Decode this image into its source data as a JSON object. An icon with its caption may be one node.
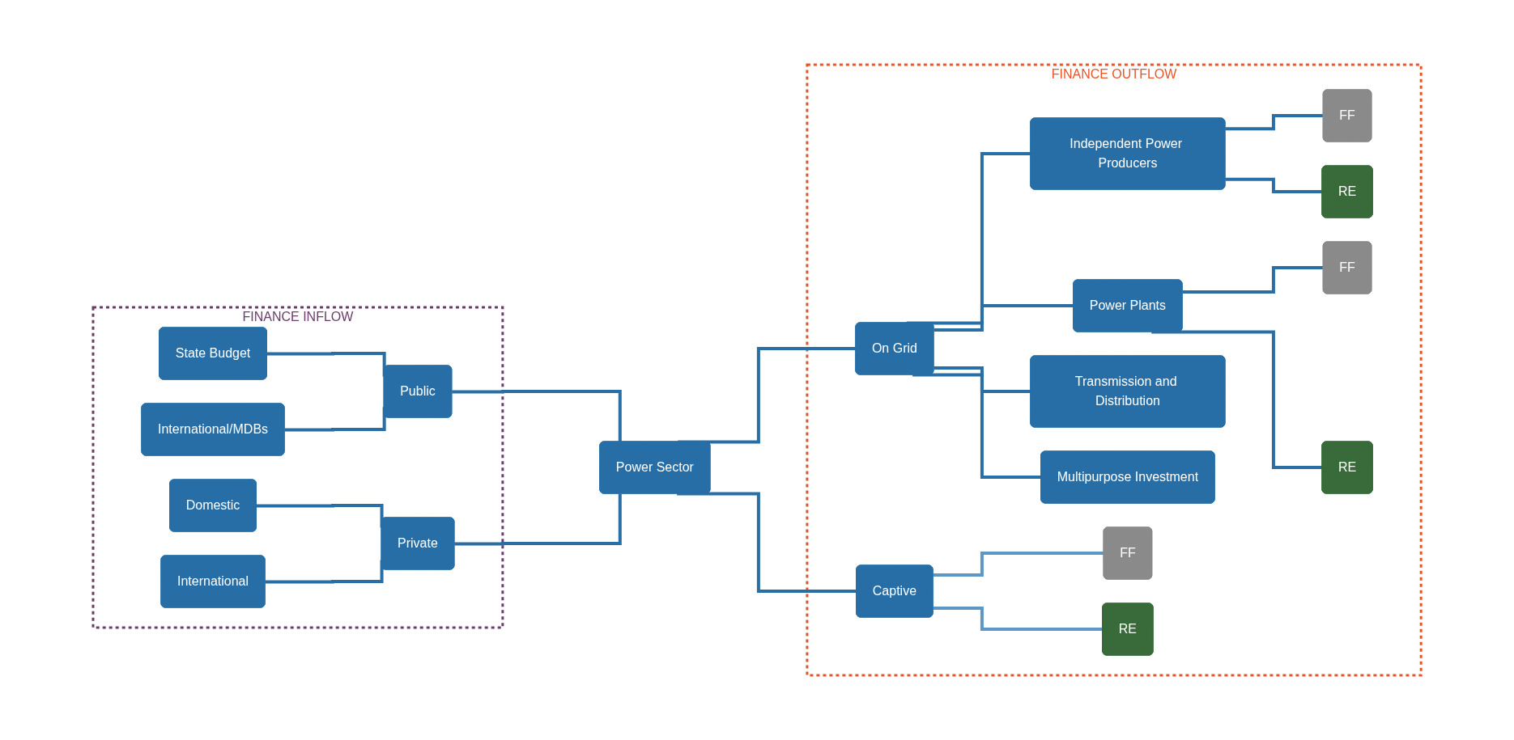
{
  "diagram": {
    "nodes": [
      {
        "text": [
          "FINANCE INFLOW"
        ]
      },
      {
        "text": [
          "State Budget"
        ],
        "in": 0
      },
      {
        "text": [
          "International/MDBs"
        ],
        "in": 0
      },
      {
        "text": [
          "Public"
        ],
        "in": 0
      },
      {
        "text": [
          "Domestic"
        ],
        "in": 0
      },
      {
        "text": [
          "International"
        ],
        "in": 0
      },
      {
        "text": [
          "Private"
        ],
        "in": 0
      },
      {
        "text": [
          "Power Sector"
        ]
      },
      {
        "text": [
          "FINANCE OUTFLOW"
        ]
      },
      {
        "text": [
          "On Grid"
        ],
        "in": 8
      },
      {
        "text": [
          "Independent Power Producers"
        ],
        "in": 8
      },
      {
        "text": [
          "FF"
        ],
        "in": 8
      },
      {
        "text": [
          "RE"
        ],
        "in": 8
      },
      {
        "text": [
          "Power Plants"
        ],
        "in": 8
      },
      {
        "text": [
          "FF"
        ],
        "in": 8
      },
      {
        "text": [
          "RE"
        ],
        "in": 8
      },
      {
        "text": [
          "Transmission and Distribution"
        ],
        "in": 8
      },
      {
        "text": [
          "Multipurpose Investment"
        ],
        "in": 8
      },
      {
        "text": [
          "Captive"
        ],
        "in": 8
      },
      {
        "text": [
          "FF"
        ],
        "in": 8
      },
      {
        "text": [
          "RE"
        ],
        "in": 8
      }
    ],
    "edges": [
      {
        "from": 1,
        "to": 3,
        "arrow": "none"
      },
      {
        "from": 2,
        "to": 3,
        "arrow": "none"
      },
      {
        "from": 4,
        "to": 6,
        "arrow": "none"
      },
      {
        "from": 5,
        "to": 6,
        "arrow": "none"
      },
      {
        "from": 3,
        "to": 7,
        "arrow": "none"
      },
      {
        "from": 6,
        "to": 7,
        "arrow": "none"
      },
      {
        "from": 7,
        "to": 9,
        "arrow": "none"
      },
      {
        "from": 7,
        "to": 18,
        "arrow": "none"
      },
      {
        "from": 9,
        "to": 10,
        "arrow": "none"
      },
      {
        "from": 9,
        "to": 13,
        "arrow": "none"
      },
      {
        "from": 9,
        "to": 16,
        "arrow": "none"
      },
      {
        "from": 9,
        "to": 17,
        "arrow": "none"
      },
      {
        "from": 10,
        "to": 11,
        "arrow": "none"
      },
      {
        "from": 10,
        "to": 12,
        "arrow": "none"
      },
      {
        "from": 13,
        "to": 14,
        "arrow": "none"
      },
      {
        "from": 13,
        "to": 15,
        "arrow": "none"
      },
      {
        "from": 18,
        "to": 19,
        "arrow": "none",
        "color": "#5f97c4"
      },
      {
        "from": 18,
        "to": 20,
        "arrow": "none",
        "color": "#5f97c4"
      }
    ]
  }
}
